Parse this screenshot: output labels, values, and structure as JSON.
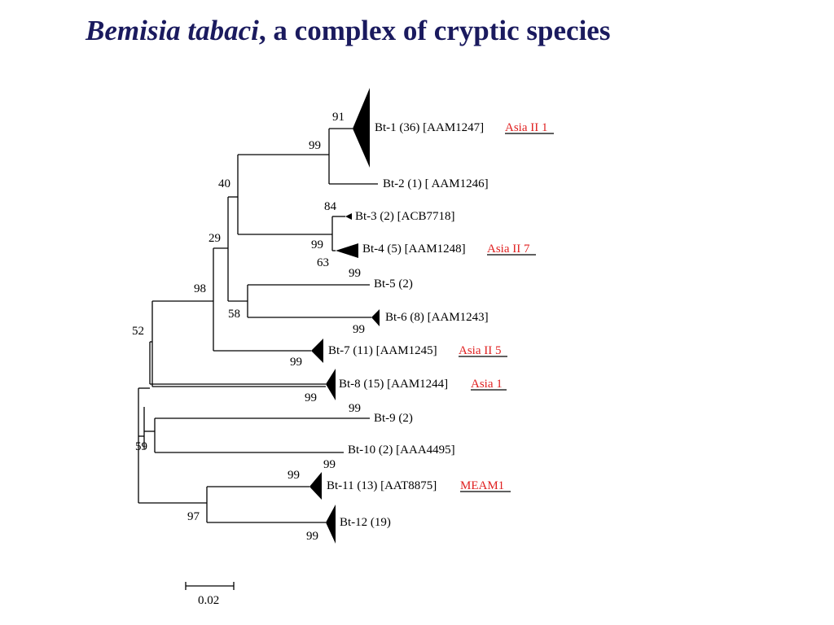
{
  "title": {
    "species": "Bemisia tabaci",
    "rest": ", a complex of cryptic species"
  },
  "colors": {
    "title": "#1a1a5e",
    "tag": "#e02020",
    "tree": "#000000"
  },
  "taxa": [
    {
      "id": "bt1",
      "label": "Bt-1 (36) [AAM1247]",
      "tag": "Asia II 1"
    },
    {
      "id": "bt2",
      "label": "Bt-2 (1) [ AAM1246]",
      "tag": ""
    },
    {
      "id": "bt3",
      "label": "Bt-3 (2) [ACB7718]",
      "tag": ""
    },
    {
      "id": "bt4",
      "label": "Bt-4 (5) [AAM1248]",
      "tag": "Asia II 7"
    },
    {
      "id": "bt5",
      "label": "Bt-5 (2)",
      "tag": ""
    },
    {
      "id": "bt6",
      "label": "Bt-6 (8) [AAM1243]",
      "tag": ""
    },
    {
      "id": "bt7",
      "label": "Bt-7 (11) [AAM1245]",
      "tag": "Asia II 5"
    },
    {
      "id": "bt8",
      "label": "Bt-8 (15) [AAM1244]",
      "tag": "Asia 1"
    },
    {
      "id": "bt9",
      "label": "Bt-9 (2)",
      "tag": ""
    },
    {
      "id": "bt10",
      "label": "Bt-10 (2) [AAA4495]",
      "tag": ""
    },
    {
      "id": "bt11",
      "label": "Bt-11 (13) [AAT8875]",
      "tag": "MEAM1"
    },
    {
      "id": "bt12",
      "label": "Bt-12 (19)",
      "tag": ""
    }
  ],
  "bootstrap": [
    "91",
    "99",
    "40",
    "84",
    "99",
    "63",
    "29",
    "99",
    "98",
    "58",
    "99",
    "99",
    "52",
    "99",
    "99",
    "59",
    "99",
    "99",
    "97",
    "99"
  ],
  "scale_bar": {
    "label": "0.02"
  }
}
